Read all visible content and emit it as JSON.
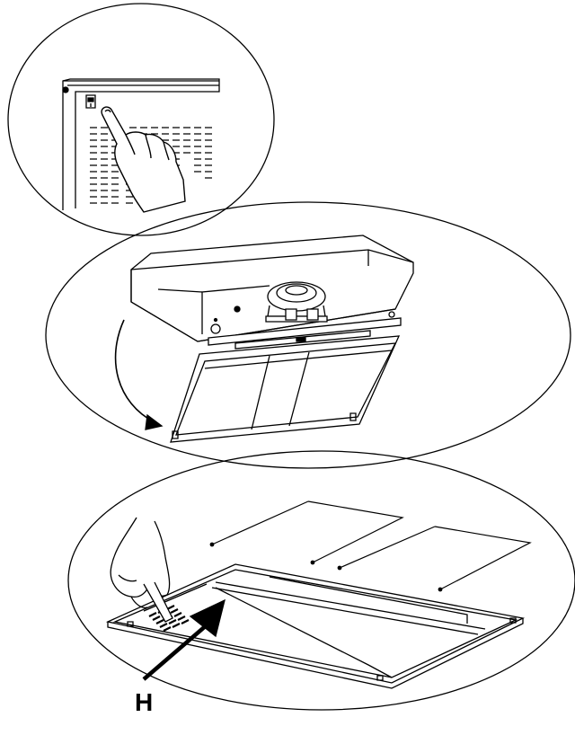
{
  "figure": {
    "steps": [
      {
        "panel": "panel-1",
        "icon": "finger-press-button-icon"
      },
      {
        "panel": "panel-2",
        "icon": "hood-panel-swing-open-icon"
      },
      {
        "panel": "panel-3",
        "icon": "filter-removal-icon"
      }
    ],
    "callout": {
      "label": "H"
    },
    "colors": {
      "line": "#000000",
      "background": "#ffffff"
    }
  }
}
